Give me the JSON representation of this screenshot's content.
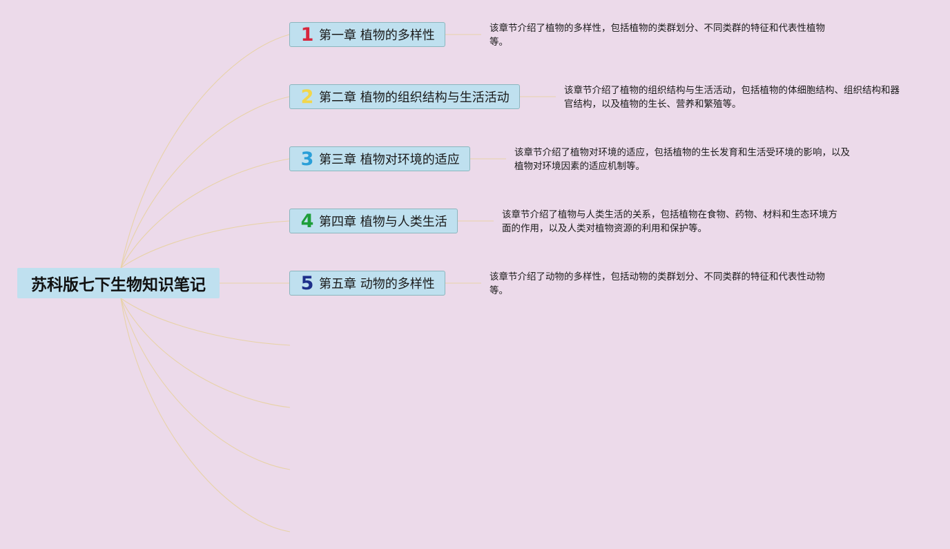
{
  "root": {
    "title": "苏科版七下生物知识笔记"
  },
  "chapters": [
    {
      "number": "1",
      "number_color": "#d7263d",
      "title": "第一章 植物的多样性",
      "description": "该章节介绍了植物的多样性，包括植物的类群划分、不同类群的特征和代表性植物等。"
    },
    {
      "number": "2",
      "number_color": "#f2d64b",
      "title": "第二章 植物的组织结构与生活活动",
      "description": "该章节介绍了植物的组织结构与生活活动，包括植物的体细胞结构、组织结构和器官结构，以及植物的生长、营养和繁殖等。"
    },
    {
      "number": "3",
      "number_color": "#2a9fd8",
      "title": "第三章 植物对环境的适应",
      "description": "该章节介绍了植物对环境的适应，包括植物的生长发育和生活受环境的影响，以及植物对环境因素的适应机制等。"
    },
    {
      "number": "4",
      "number_color": "#1e9e3a",
      "title": "第四章 植物与人类生活",
      "description": "该章节介绍了植物与人类生活的关系，包括植物在食物、药物、材料和生态环境方面的作用，以及人类对植物资源的利用和保护等。"
    },
    {
      "number": "5",
      "number_color": "#1d2f8a",
      "title": "第五章 动物的多样性",
      "description": "该章节介绍了动物的多样性，包括动物的类群划分、不同类群的特征和代表性动物等。"
    }
  ],
  "colors": {
    "background": "#ecdaea",
    "node_fill": "#bfe0ef",
    "node_border": "#8ab6be",
    "connector": "#e6cfa6"
  }
}
